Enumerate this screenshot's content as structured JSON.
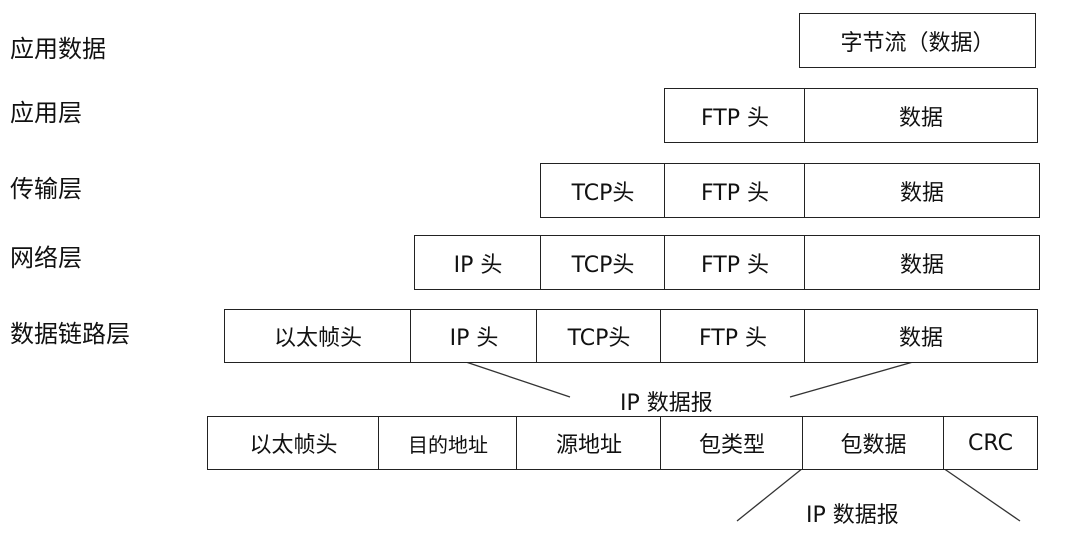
{
  "rows": {
    "app_data": {
      "label": "应用数据",
      "cells": [
        "字节流（数据）"
      ]
    },
    "app_layer": {
      "label": "应用层",
      "cells": [
        "FTP 头",
        "数据"
      ]
    },
    "transport_layer": {
      "label": "传输层",
      "cells": [
        "TCP头",
        "FTP 头",
        "数据"
      ]
    },
    "network_layer": {
      "label": "网络层",
      "cells": [
        "IP 头",
        "TCP头",
        "FTP 头",
        "数据"
      ]
    },
    "datalink_layer": {
      "label": "数据链路层",
      "cells": [
        "以太帧头",
        "IP 头",
        "TCP头",
        "FTP 头",
        "数据"
      ]
    }
  },
  "frame": {
    "cells": [
      "以太帧头",
      "目的地址",
      "源地址",
      "包类型",
      "包数据",
      "CRC"
    ]
  },
  "captions": {
    "ip_datagram_upper": "IP 数据报",
    "ip_datagram_lower": "IP 数据报"
  }
}
